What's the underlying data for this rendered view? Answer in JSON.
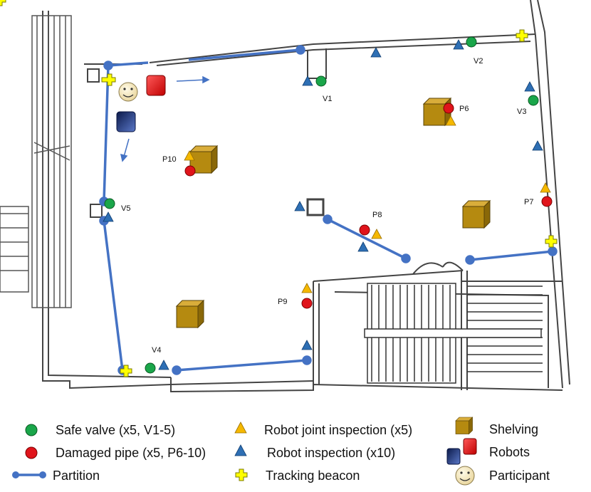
{
  "markers": {
    "valves": [
      "V1",
      "V2",
      "V3",
      "V4",
      "V5"
    ],
    "pipes": [
      "P6",
      "P7",
      "P8",
      "P9",
      "P10"
    ]
  },
  "legend": {
    "safe_valve": "Safe valve (x5, V1-5)",
    "damaged_pipe": "Damaged pipe (x5, P6-10)",
    "partition": "Partition",
    "robot_joint": "Robot joint inspection (x5)",
    "robot_inspection": "Robot inspection (x10)",
    "tracking_beacon": "Tracking beacon",
    "shelving": "Shelving",
    "robots": "Robots",
    "participant": "Participant"
  },
  "colors": {
    "valve": "#1aa64a",
    "pipe": "#e0141b",
    "partition": "#4472c4",
    "joint": "#f5b800",
    "inspection": "#2e6fb4",
    "beacon": "#ffff00",
    "shelving": "#b58a10",
    "robot_red": "#e01010",
    "robot_blue": "#1a2d6e",
    "participant": "#f5e6b8"
  }
}
